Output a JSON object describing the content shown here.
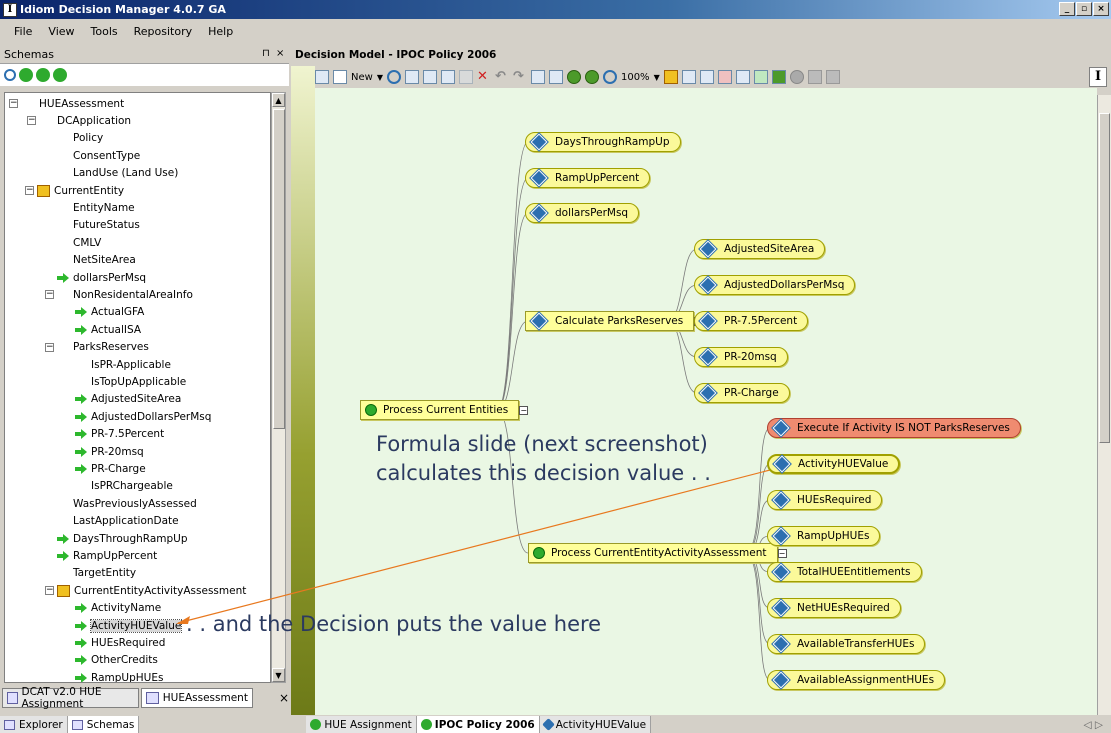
{
  "window": {
    "title": "Idiom Decision Manager 4.0.7 GA",
    "app_icon_letter": "I",
    "buttons": [
      "_",
      "▫",
      "×"
    ]
  },
  "menu": [
    "File",
    "View",
    "Tools",
    "Repository",
    "Help"
  ],
  "left_panel": {
    "title": "Schemas",
    "pin": "⊓",
    "close": "×",
    "tree": [
      {
        "label": "HUEAssessment",
        "expander": "−"
      },
      {
        "label": "DCApplication",
        "expander": "−"
      },
      {
        "label": "Policy"
      },
      {
        "label": "ConsentType"
      },
      {
        "label": "LandUse (Land Use)"
      },
      {
        "label": "CurrentEntity",
        "expander": "−"
      },
      {
        "label": "EntityName"
      },
      {
        "label": "FutureStatus"
      },
      {
        "label": "CMLV"
      },
      {
        "label": "NetSiteArea"
      },
      {
        "label": "dollarsPerMsq"
      },
      {
        "label": "NonResidentalAreaInfo",
        "expander": "−"
      },
      {
        "label": "ActualGFA"
      },
      {
        "label": "ActualISA"
      },
      {
        "label": "ParksReserves",
        "expander": "−"
      },
      {
        "label": "IsPR-Applicable"
      },
      {
        "label": "IsTopUpApplicable"
      },
      {
        "label": "AdjustedSiteArea"
      },
      {
        "label": "AdjustedDollarsPerMsq"
      },
      {
        "label": "PR-7.5Percent"
      },
      {
        "label": "PR-20msq"
      },
      {
        "label": "PR-Charge"
      },
      {
        "label": "IsPRChargeable"
      },
      {
        "label": "WasPreviouslyAssessed"
      },
      {
        "label": "LastApplicationDate"
      },
      {
        "label": "DaysThroughRampUp"
      },
      {
        "label": "RampUpPercent"
      },
      {
        "label": "TargetEntity"
      },
      {
        "label": "CurrentEntityActivityAssessment",
        "expander": "−"
      },
      {
        "label": "ActivityName"
      },
      {
        "label": "ActivityHUEValue"
      },
      {
        "label": "HUEsRequired"
      },
      {
        "label": "OtherCredits"
      },
      {
        "label": "RampUpHUEs"
      }
    ],
    "tabs": [
      "DCAT v2.0 HUE Assignment",
      "HUEAssessment"
    ],
    "tabs_close": "×"
  },
  "bottom_tabs_left": [
    "Explorer",
    "Schemas"
  ],
  "bottom_tabs_right": [
    "HUE Assignment",
    "IPOC Policy 2006",
    "ActivityHUEValue"
  ],
  "bottom_nav": "◁ ▷",
  "editor": {
    "title": "Decision Model - IPOC Policy 2006",
    "toolbar": {
      "new_label": "New",
      "zoom_label": "100%"
    },
    "badge": "I",
    "nodes": {
      "root": "Process Current Entities",
      "days": "DaysThroughRampUp",
      "ramp": "RampUpPercent",
      "dollars": "dollarsPerMsq",
      "calc": "Calculate ParksReserves",
      "adjsite": "AdjustedSiteArea",
      "adjdollars": "AdjustedDollarsPerMsq",
      "pr75": "PR-7.5Percent",
      "pr20": "PR-20msq",
      "prcharge": "PR-Charge",
      "process": "Process CurrentEntityActivityAssessment",
      "execif": "Execute If Activity IS NOT ParksReserves",
      "actval": "ActivityHUEValue",
      "huesreq": "HUEsRequired",
      "rampup": "RampUpHUEs",
      "total": "TotalHUEEntitlements",
      "net": "NetHUEsRequired",
      "avtrans": "AvailableTransferHUEs",
      "avassign": "AvailableAssignmentHUEs"
    }
  },
  "annotations": {
    "line1": "Formula slide (next screenshot)",
    "line2": "calculates this decision value . .",
    "line3": ". . and the Decision puts the value here"
  },
  "colors": {
    "canvas": "#eaf7e4",
    "node": "#fbf99a",
    "red_node": "#ef8b70",
    "annotation": "#2b3a60",
    "arrow_line": "#e8781e"
  }
}
